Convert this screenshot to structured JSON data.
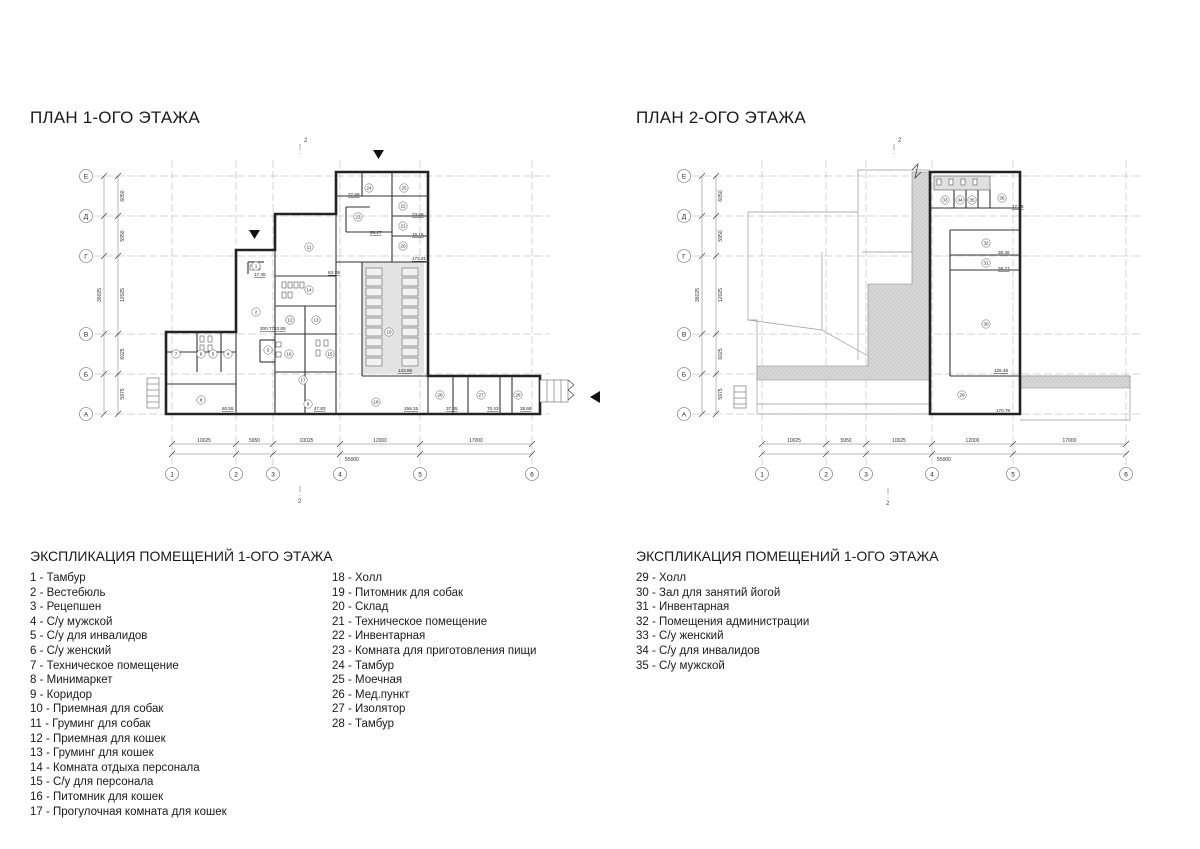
{
  "plan1": {
    "title": "ПЛАН 1-ОГО ЭТАЖА",
    "grid_rows": [
      "Е",
      "Д",
      "Г",
      "В",
      "Б",
      "А"
    ],
    "grid_cols": [
      "1",
      "2",
      "3",
      "4",
      "5",
      "6"
    ],
    "row_dims": [
      "6050",
      "5950",
      "6025",
      "5975"
    ],
    "row_total": "36025",
    "row_sub": "12025",
    "col_dims": [
      "10025",
      "5950",
      "10025",
      "12000",
      "17000"
    ],
    "col_total": "55000",
    "section": "2",
    "areas": [
      "63.79",
      "83.85",
      "200.77",
      "60.55",
      "47.83",
      "158.15",
      "37.05",
      "70.43",
      "28.68",
      "143.86",
      "22.68",
      "28.17",
      "23.88",
      "16.15",
      "173.81",
      "17.45"
    ],
    "room_numbers": [
      "1",
      "2",
      "3",
      "4",
      "5",
      "6",
      "7",
      "8",
      "9",
      "10",
      "11",
      "12",
      "13",
      "14",
      "15",
      "16",
      "17",
      "18",
      "19",
      "20",
      "21",
      "22",
      "23",
      "24",
      "25",
      "26",
      "27",
      "28"
    ]
  },
  "plan2": {
    "title": "ПЛАН 2-ОГО ЭТАЖА",
    "grid_rows": [
      "Е",
      "Д",
      "Г",
      "В",
      "Б",
      "А"
    ],
    "grid_cols": [
      "1",
      "2",
      "3",
      "4",
      "5",
      "6"
    ],
    "row_dims": [
      "6050",
      "5950",
      "6025",
      "5975"
    ],
    "row_total": "36025",
    "row_sub": "12025",
    "col_dims": [
      "10025",
      "5950",
      "10025",
      "12000",
      "17000"
    ],
    "col_total": "55000",
    "section": "2",
    "areas": [
      "17.58",
      "38.36",
      "28.27",
      "126.48",
      "170.76"
    ],
    "room_numbers": [
      "29",
      "30",
      "31",
      "32",
      "33",
      "34",
      "35",
      "36"
    ]
  },
  "explication1": {
    "title": "ЭКСПЛИКАЦИЯ ПОМЕЩЕНИЙ 1-ОГО ЭТАЖА",
    "col1": [
      "1 - Тамбур",
      "2 - Вестебюль",
      "3 - Рецепшен",
      "4 - С/у мужской",
      "5 -  С/у для инвалидов",
      "6 - С/у женский",
      "7 - Техническое помещение",
      "8 - Минимаркет",
      "9 - Коридор",
      "10 - Приемная для собак",
      "11 - Груминг для собак",
      "12 - Приемная для кошек",
      "13 - Груминг для кошек",
      "14 - Комната отдыха персонала",
      "15 - С/у для персонала",
      "16 - Питомник для кошек",
      "17 - Прогулочная комната для кошек"
    ],
    "col2": [
      "18 - Холл",
      "19 - Питомник для собак",
      "20 - Склад",
      "21 - Техническое помещение",
      "22 - Инвентарная",
      "23 - Комната для приготовления пищи",
      "24 - Тамбур",
      "25 - Моечная",
      "26 - Мед.пункт",
      "27 - Изолятор",
      "28 - Тамбур"
    ]
  },
  "explication2": {
    "title": "ЭКСПЛИКАЦИЯ ПОМЕЩЕНИЙ 1-ОГО ЭТАЖА",
    "col1": [
      "29 - Холл",
      "30 - Зал для занятий йогой",
      "31 - Инвентарная",
      "32 - Помещения администрации",
      "33 - С/у женский",
      "34 - С/у для инвалидов",
      "35 - С/у мужской"
    ]
  }
}
